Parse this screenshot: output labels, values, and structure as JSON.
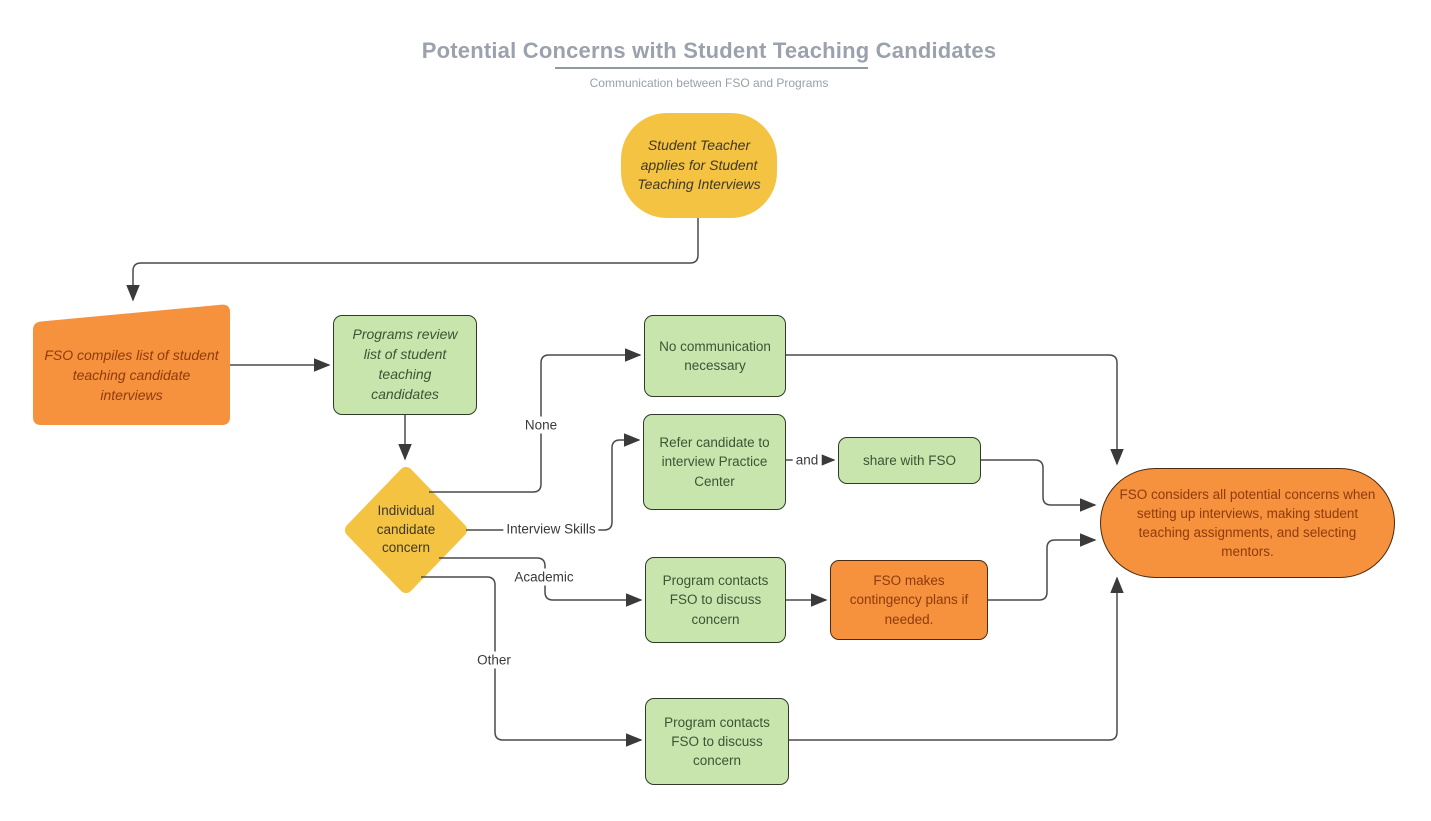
{
  "header": {
    "title": "Potential Concerns with Student Teaching Candidates",
    "subtitle": "Communication between FSO and Programs"
  },
  "nodes": {
    "student_teacher": {
      "label": "Student Teacher applies for Student Teaching Interviews"
    },
    "fso_compiles": {
      "label": "FSO compiles list of student teaching candidate interviews"
    },
    "programs_review": {
      "label": "Programs review list of student teaching candidates"
    },
    "individual_concern": {
      "label": "Individual candidate concern"
    },
    "no_communication": {
      "label": "No communication necessary"
    },
    "refer_candidate": {
      "label": "Refer candidate to interview Practice Center"
    },
    "share_with_fso": {
      "label": "share with FSO"
    },
    "program_contacts_academic": {
      "label": "Program contacts FSO to discuss concern"
    },
    "fso_contingency": {
      "label": "FSO makes contingency plans if needed."
    },
    "program_contacts_other": {
      "label": "Program contacts FSO to discuss concern"
    },
    "fso_considers": {
      "label": "FSO considers all potential concerns when setting up interviews, making student teaching assignments, and selecting mentors."
    }
  },
  "edge_labels": {
    "none": "None",
    "interview_skills": "Interview Skills",
    "academic": "Academic",
    "and": "and",
    "other": "Other"
  },
  "colors": {
    "yellow": "#F5C342",
    "orange": "#F6913E",
    "green": "#C9E5AE",
    "line": "#4a4a4a",
    "green_text": "#3d5333",
    "orange_text": "#8e3b0b",
    "yellow_text": "#3e382b",
    "title_gray": "#9ba2ad"
  }
}
